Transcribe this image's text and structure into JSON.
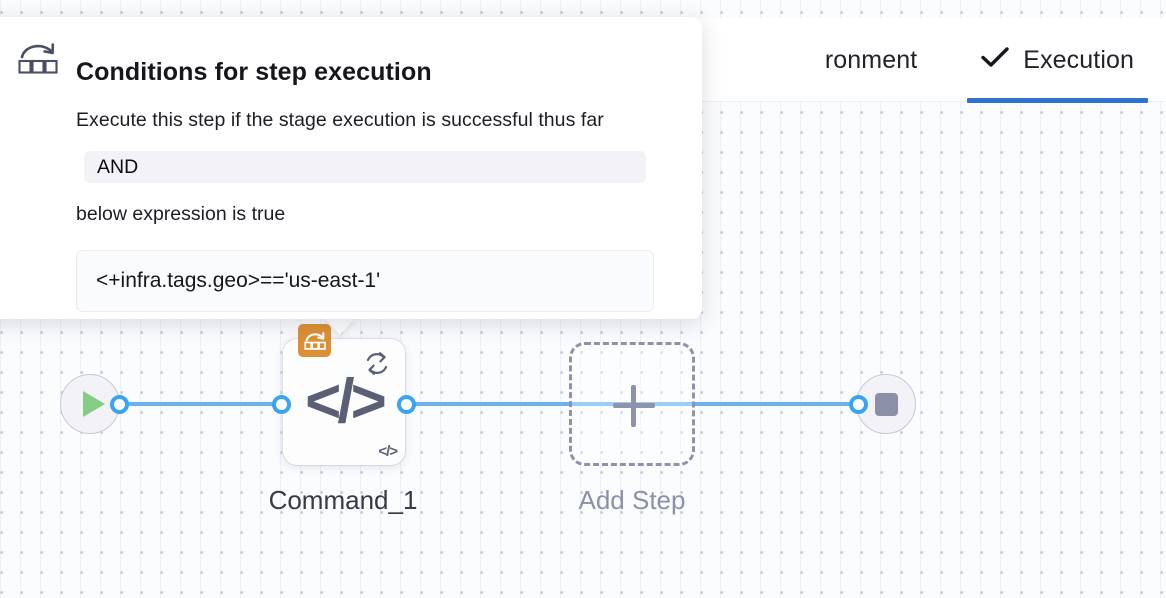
{
  "tabs": [
    {
      "label": "ronment",
      "icon": "",
      "active": false
    },
    {
      "label": "Execution",
      "icon": "check-icon",
      "active": true
    }
  ],
  "popover": {
    "icon": "conditional-execution-icon",
    "title": "Conditions for step execution",
    "description": "Execute this step if the stage execution is successful thus far",
    "condition_operator": "AND",
    "subtext": "below expression is true",
    "expression": "<+infra.tags.geo>=='us-east-1'"
  },
  "graph": {
    "start_node": {
      "name": "start-node",
      "icon": "play-icon"
    },
    "end_node": {
      "name": "end-node",
      "icon": "stop-icon"
    },
    "step_node": {
      "caption": "Command_1",
      "main_icon": "</>",
      "mini_icon": "</>",
      "loop_icon": "loop-icon",
      "condition_badge_icon": "conditional-execution-icon"
    },
    "add_step": {
      "caption": "Add Step",
      "icon": "plus-icon"
    }
  },
  "colors": {
    "accent_blue": "#2d72d2",
    "edge_blue": "#68b3ef",
    "port_blue": "#39a5f1",
    "badge_orange": "#dd9033",
    "play_green": "#85cc85",
    "stop_gray": "#8b90a8",
    "canvas_bg": "#fbfcfe"
  }
}
